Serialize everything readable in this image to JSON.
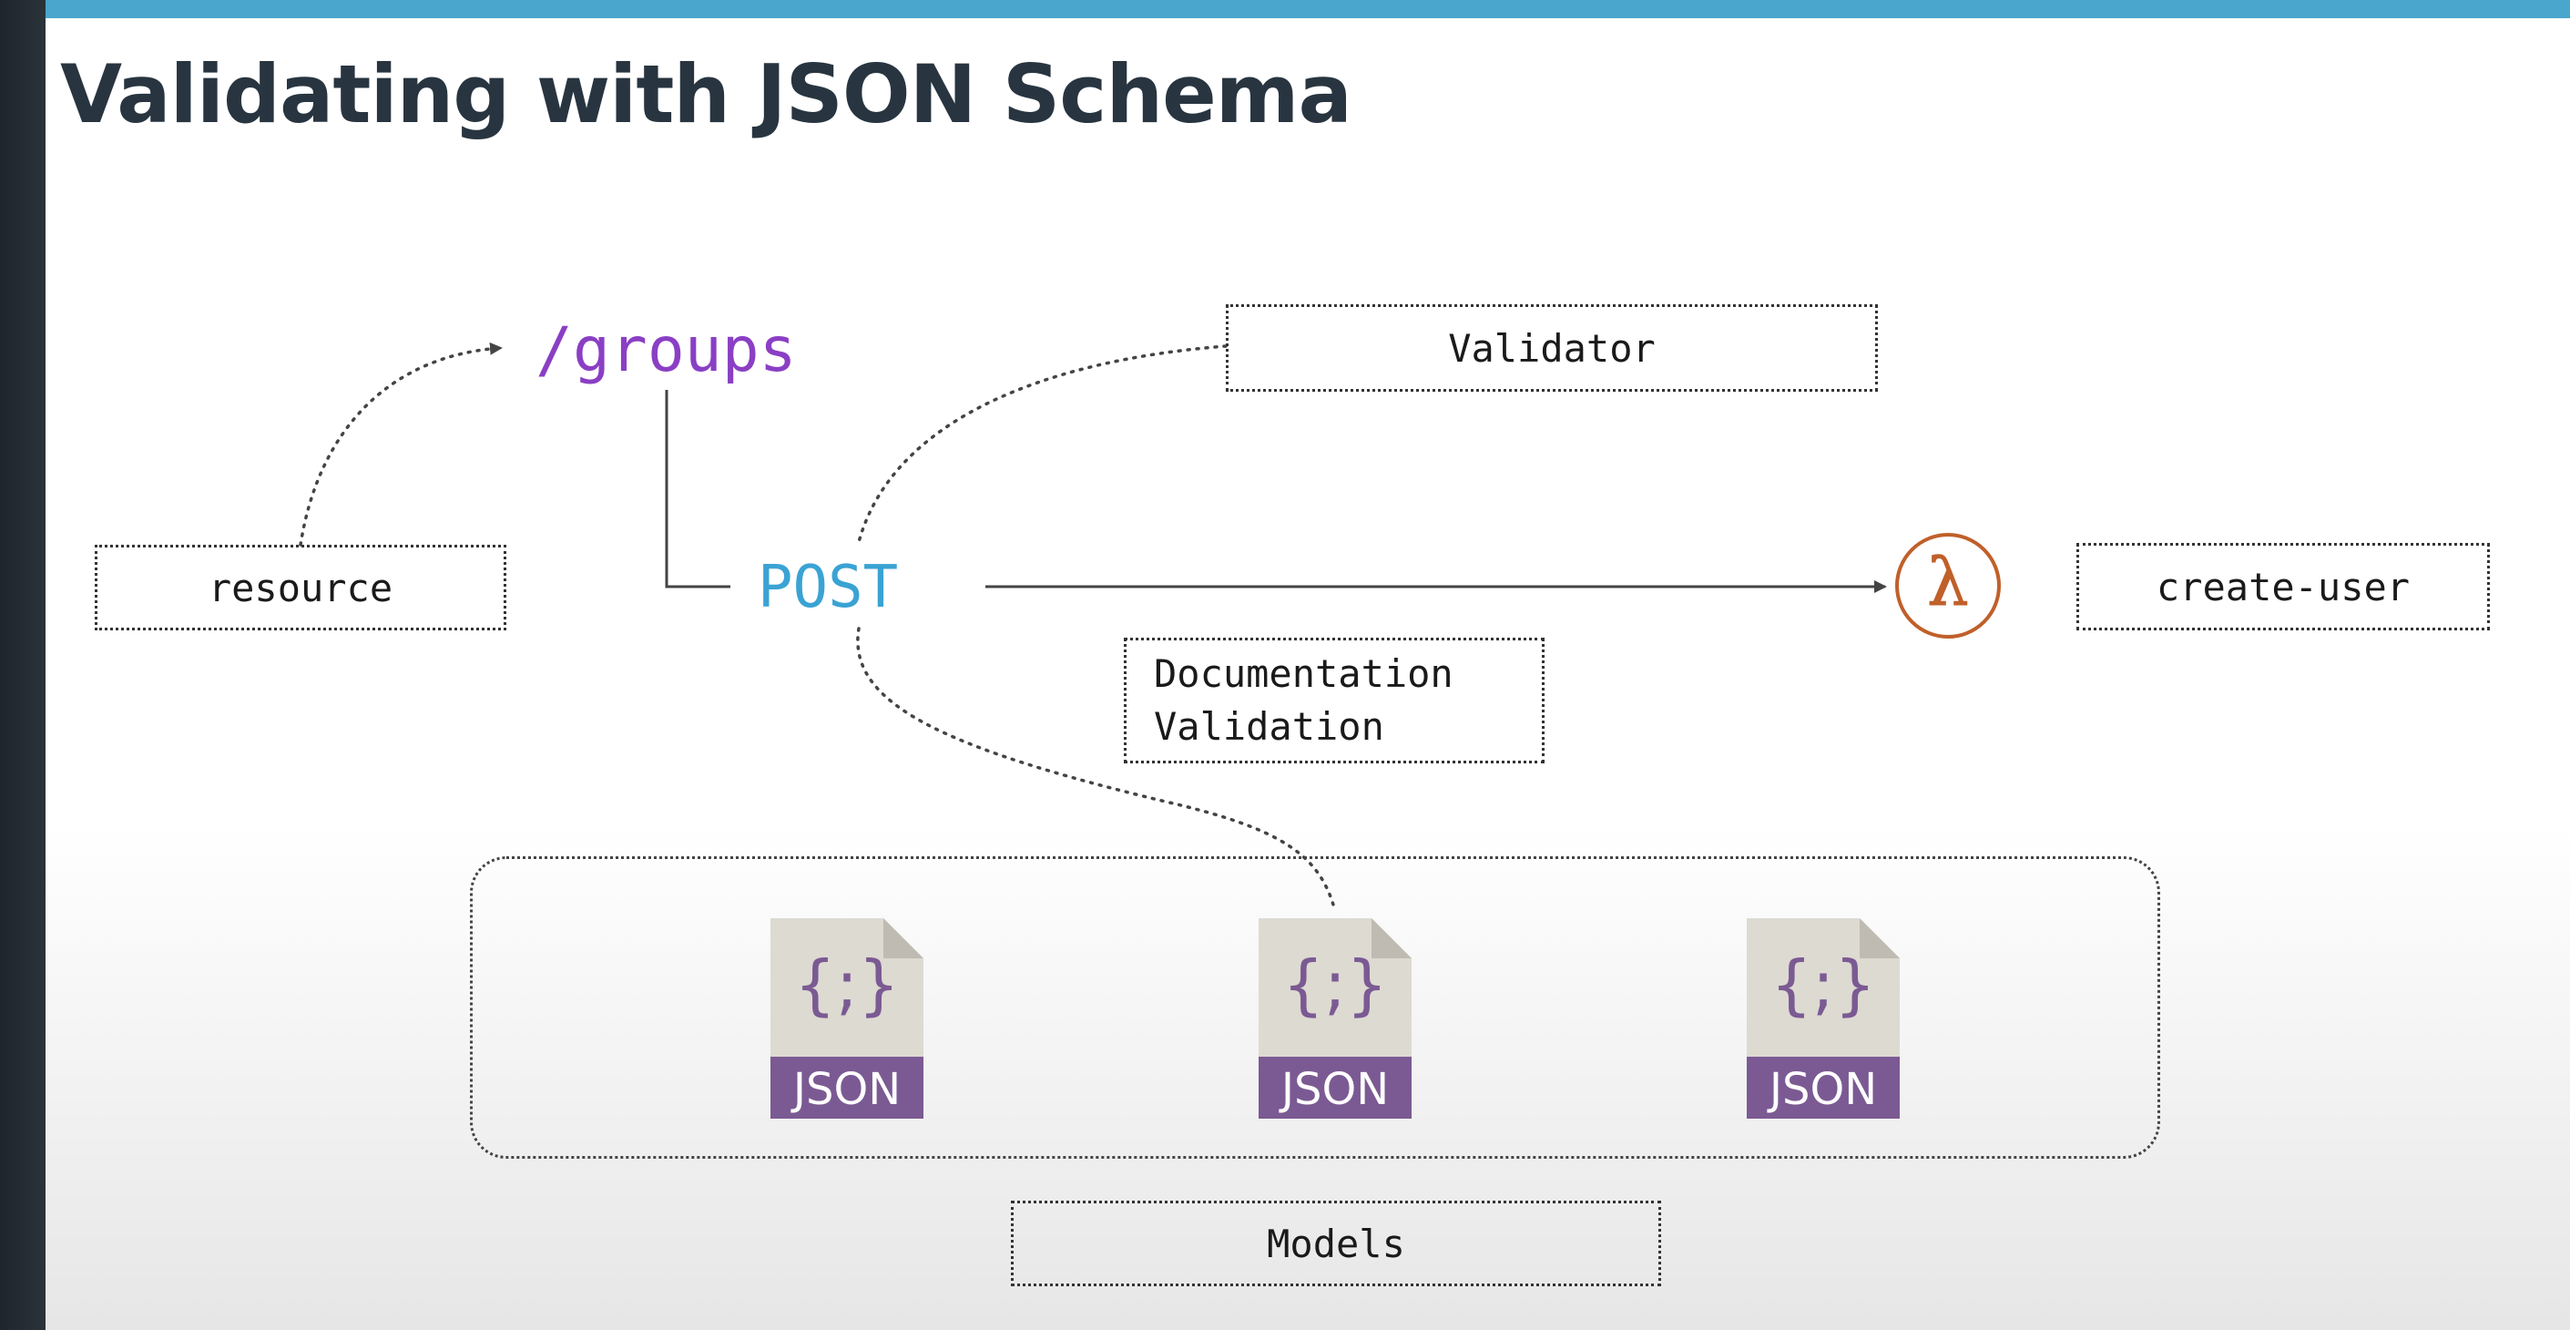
{
  "slide": {
    "title": "Validating with JSON Schema"
  },
  "diagram": {
    "resource_path": "/groups",
    "method": "POST",
    "labels": {
      "resource": "resource",
      "validator": "Validator",
      "create_user": "create-user",
      "documentation": "Documentation",
      "validation": "Validation",
      "models": "Models"
    },
    "json_file_label": "JSON",
    "json_file_glyph": "{;}",
    "lambda_glyph": "λ",
    "colors": {
      "resource_path": "#8a3fc4",
      "method": "#3aa3d4",
      "lambda": "#c0602a",
      "json_band": "#7b5a93",
      "json_body": "#dddad2",
      "accent_bar": "#4aa6cc"
    }
  }
}
